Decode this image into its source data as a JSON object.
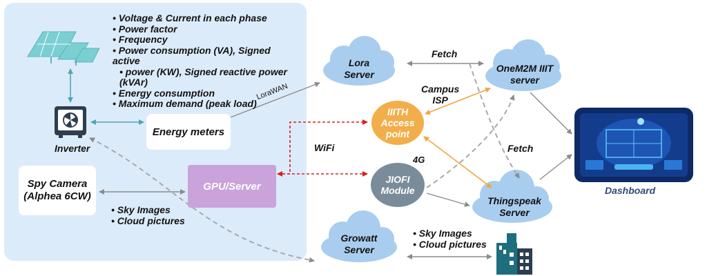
{
  "local_panel": {
    "color": "#DCEBFA"
  },
  "metrics": [
    "Voltage & Current in each phase",
    "Power   factor",
    "Frequency",
    "Power consumption (VA), Signed active",
    "power (KW), Signed reactive power (kVAr)",
    "Energy consumption",
    "Maximum demand (peak load)"
  ],
  "inverter": {
    "label": "Inverter",
    "icon": "inverter-icon"
  },
  "solar": {
    "icon": "solar-panel-icon"
  },
  "energy_meters": {
    "label": "Energy meters"
  },
  "camera": {
    "label_line1": "Spy Camera",
    "label_line2": "(Alphea 6CW)"
  },
  "gpu": {
    "label": "GPU/Server",
    "color": "#C9A3D9"
  },
  "local_images": [
    "Sky Images",
    "Cloud pictures"
  ],
  "links": {
    "lorawan": "LoraWAN",
    "fetch_top": "Fetch",
    "fetch_mid": "Fetch",
    "campus_isp_line1": "Campus",
    "campus_isp_line2": "ISP",
    "wifi": "WiFi",
    "four_g": "4G"
  },
  "servers": {
    "lora": {
      "line1": "Lora",
      "line2": "Server"
    },
    "onem2m": {
      "line1": "OneM2M IIIT",
      "line2": "server"
    },
    "thingspeak": {
      "line1": "Thingspeak",
      "line2": "Server"
    },
    "growatt": {
      "line1": "Growatt",
      "line2": "Server"
    }
  },
  "access_point": {
    "line1": "IIITH",
    "line2": "Access",
    "line3": "point",
    "color": "#F2AE4A"
  },
  "jiofi": {
    "line1": "JIOFI",
    "line2": "Module",
    "color": "#7A8C9A"
  },
  "remote_images": [
    "Sky Images",
    "Cloud pictures"
  ],
  "dashboard": {
    "label": "Dashboard",
    "icon": "dashboard-screen-icon"
  },
  "building": {
    "icon": "building-icon"
  },
  "colors": {
    "cloud": "#A9CDEE",
    "arrow_gray": "#8C8C8C",
    "arrow_teal": "#4FA6B5",
    "arrow_orange": "#F0A640",
    "arrow_red": "#D91E1E"
  }
}
